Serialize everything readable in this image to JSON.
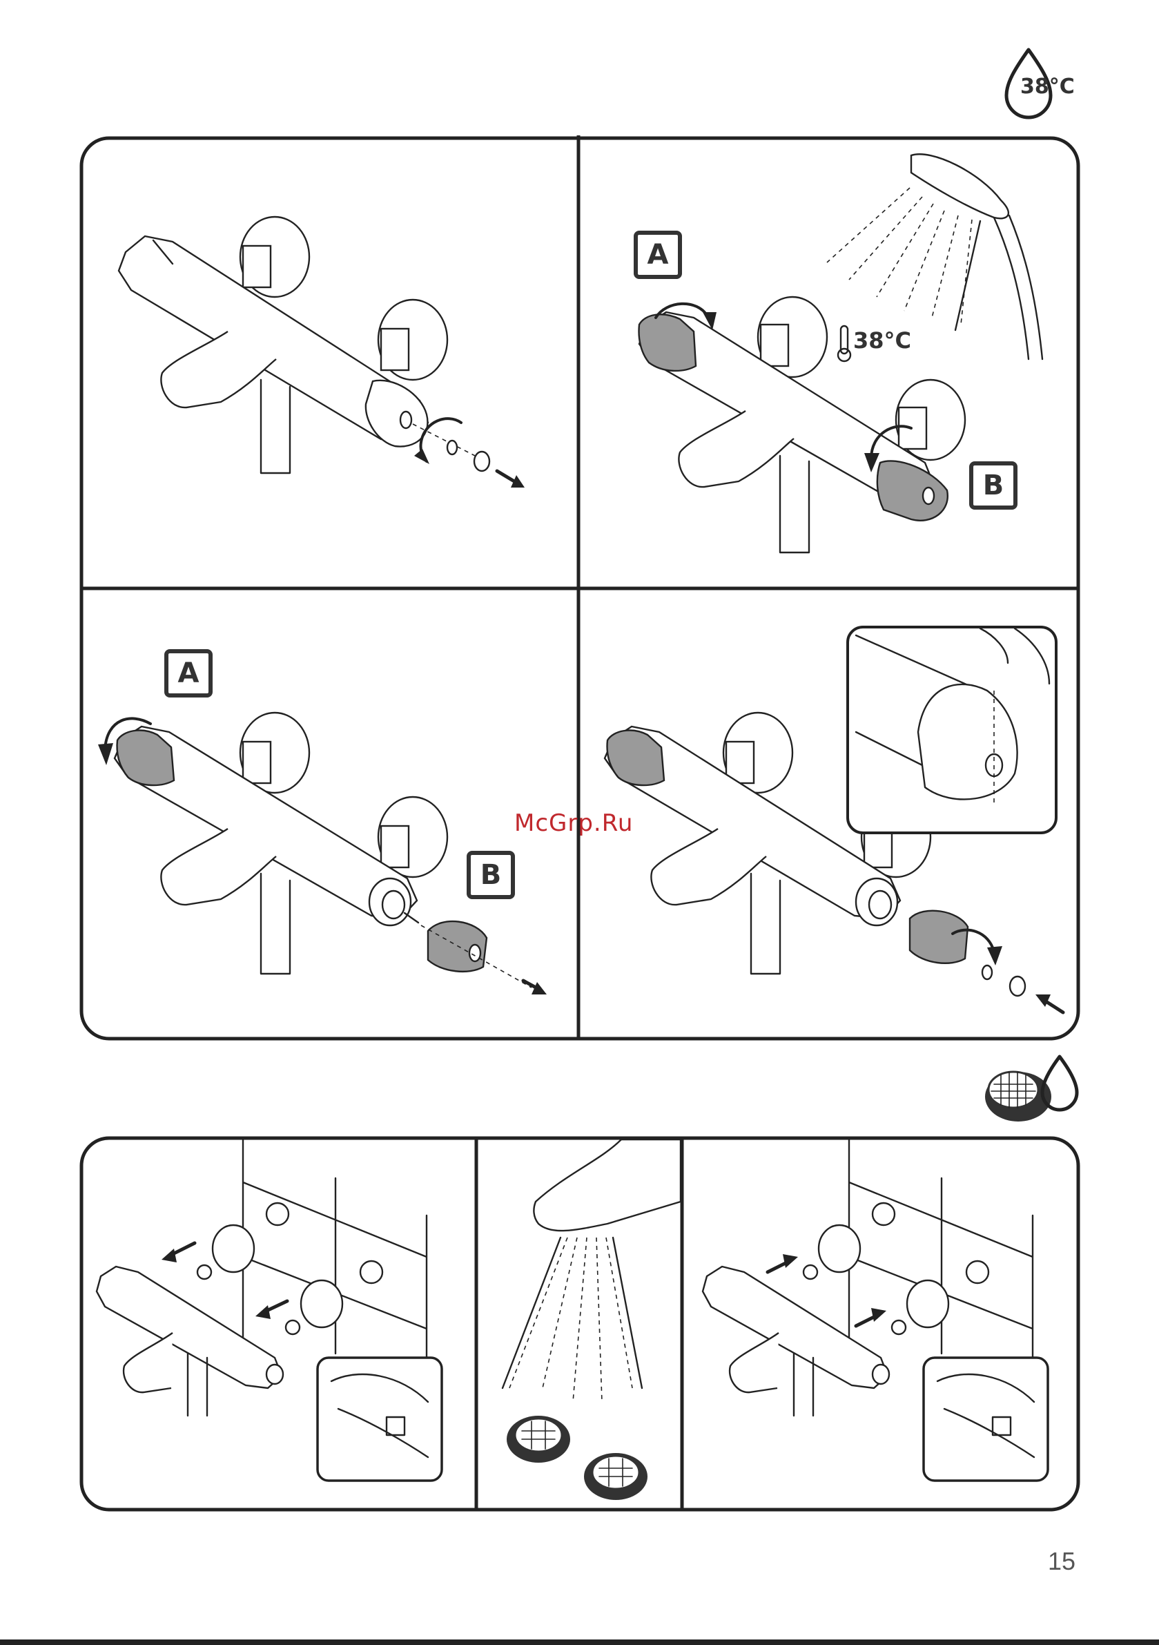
{
  "header_icon": {
    "name": "water-drop-temperature-icon",
    "text": "38°C"
  },
  "panel_a": {
    "temperature_label": "38°C",
    "label_a": "A",
    "label_b": "B"
  },
  "panel_c": {
    "label_a": "A",
    "label_b": "B"
  },
  "section_icon": {
    "name": "aerator-filter-with-water-drop-icon"
  },
  "watermark": "McGrp.Ru",
  "page_number": "15",
  "colors": {
    "line": "#222222",
    "grey_part": "#9a9a9a",
    "watermark": "#c0282d"
  }
}
